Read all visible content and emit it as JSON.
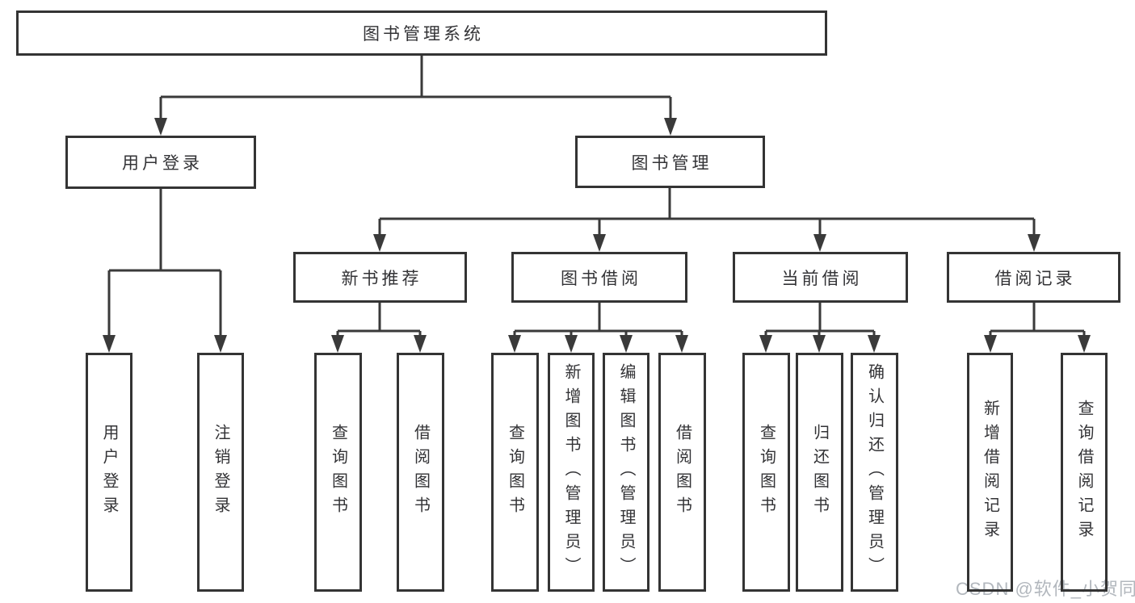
{
  "nodes": {
    "root": "图书管理系统",
    "level2": [
      "用户登录",
      "图书管理"
    ],
    "level3": [
      "新书推荐",
      "图书借阅",
      "当前借阅",
      "借阅记录"
    ],
    "leaves": [
      "用户登录",
      "注销登录",
      "查询图书",
      "借阅图书",
      "查询图书",
      "新增图书（管理员）",
      "编辑图书（管理员）",
      "借阅图书",
      "查询图书",
      "归还图书",
      "确认归还（管理员）",
      "新增借阅记录",
      "查询借阅记录"
    ]
  },
  "hierarchy": {
    "图书管理系统": {
      "用户登录": [
        "用户登录",
        "注销登录"
      ],
      "图书管理": {
        "新书推荐": [
          "查询图书",
          "借阅图书"
        ],
        "图书借阅": [
          "查询图书",
          "新增图书（管理员）",
          "编辑图书（管理员）",
          "借阅图书"
        ],
        "当前借阅": [
          "查询图书",
          "归还图书",
          "确认归还（管理员）"
        ],
        "借阅记录": [
          "新增借阅记录",
          "查询借阅记录"
        ]
      }
    }
  },
  "watermark": "CSDN @软件_小贺同学",
  "colors": {
    "line": "#3a3a3a",
    "text": "#333336",
    "box_background": "#ffffff",
    "watermark": "#b2b7bd"
  }
}
